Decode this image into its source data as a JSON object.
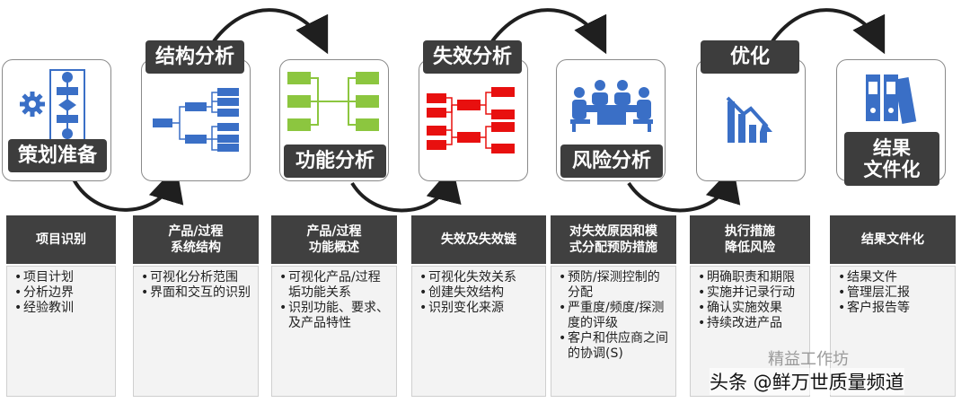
{
  "stages": [
    {
      "label": "策划准备",
      "header": "项目识别",
      "items": [
        "项目计划",
        "分析边界",
        "经验教训"
      ]
    },
    {
      "label": "结构分析",
      "header": "产品/过程\n系统结构",
      "items": [
        "可视化分析范围",
        "界面和交互的识别"
      ]
    },
    {
      "label": "功能分析",
      "header": "产品/过程\n功能概述",
      "items": [
        "可视化产品/过程垢功能关系",
        "识别功能、要求、及产品特性"
      ]
    },
    {
      "label": "失效分析",
      "header": "失效及失效链",
      "items": [
        "可视化失效关系",
        "创建失效结构",
        "识别变化来源"
      ]
    },
    {
      "label": "风险分析",
      "header": "对失效原因和模\n式分配预防措施",
      "items": [
        "预防/探测控制的分配",
        "严重度/频度/探测度的评级",
        "客户和供应商之间的协调(S)"
      ]
    },
    {
      "label": "优化",
      "header": "执行措施\n降低风险",
      "items": [
        "明确职责和期限",
        "实施并记录行动",
        "确认实施效果",
        "持续改进产品"
      ]
    },
    {
      "label": "结果\n文件化",
      "header": "结果文件化",
      "items": [
        "结果文件",
        "管理层汇报",
        "客户报告等"
      ]
    }
  ],
  "watermarks": {
    "wechat": "精益工作坊",
    "toutiao": "头条 @鲜万世质量频道"
  },
  "colors": {
    "dark": "#3d3d3d",
    "blue": "#3a6fc6",
    "green": "#8cc63f",
    "red": "#e8100f",
    "arrow": "#1f1f1f"
  }
}
